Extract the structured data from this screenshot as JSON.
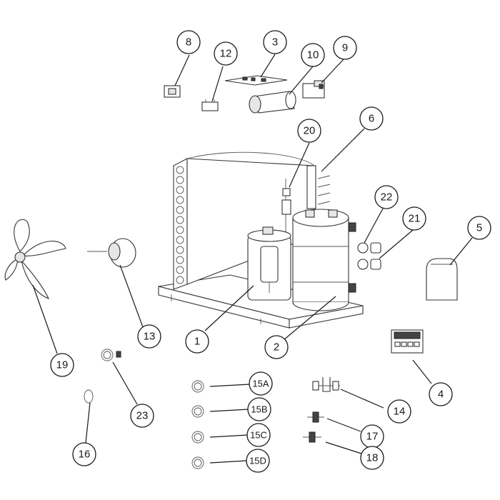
{
  "diagram": {
    "callouts": {
      "c1": "1",
      "c2": "2",
      "c3": "3",
      "c4": "4",
      "c5": "5",
      "c6": "6",
      "c8": "8",
      "c9": "9",
      "c10": "10",
      "c12": "12",
      "c13": "13",
      "c14": "14",
      "c15a": "15A",
      "c15b": "15B",
      "c15c": "15C",
      "c15d": "15D",
      "c16": "16",
      "c17": "17",
      "c18": "18",
      "c19": "19",
      "c20": "20",
      "c21": "21",
      "c22": "22",
      "c23": "23"
    }
  }
}
